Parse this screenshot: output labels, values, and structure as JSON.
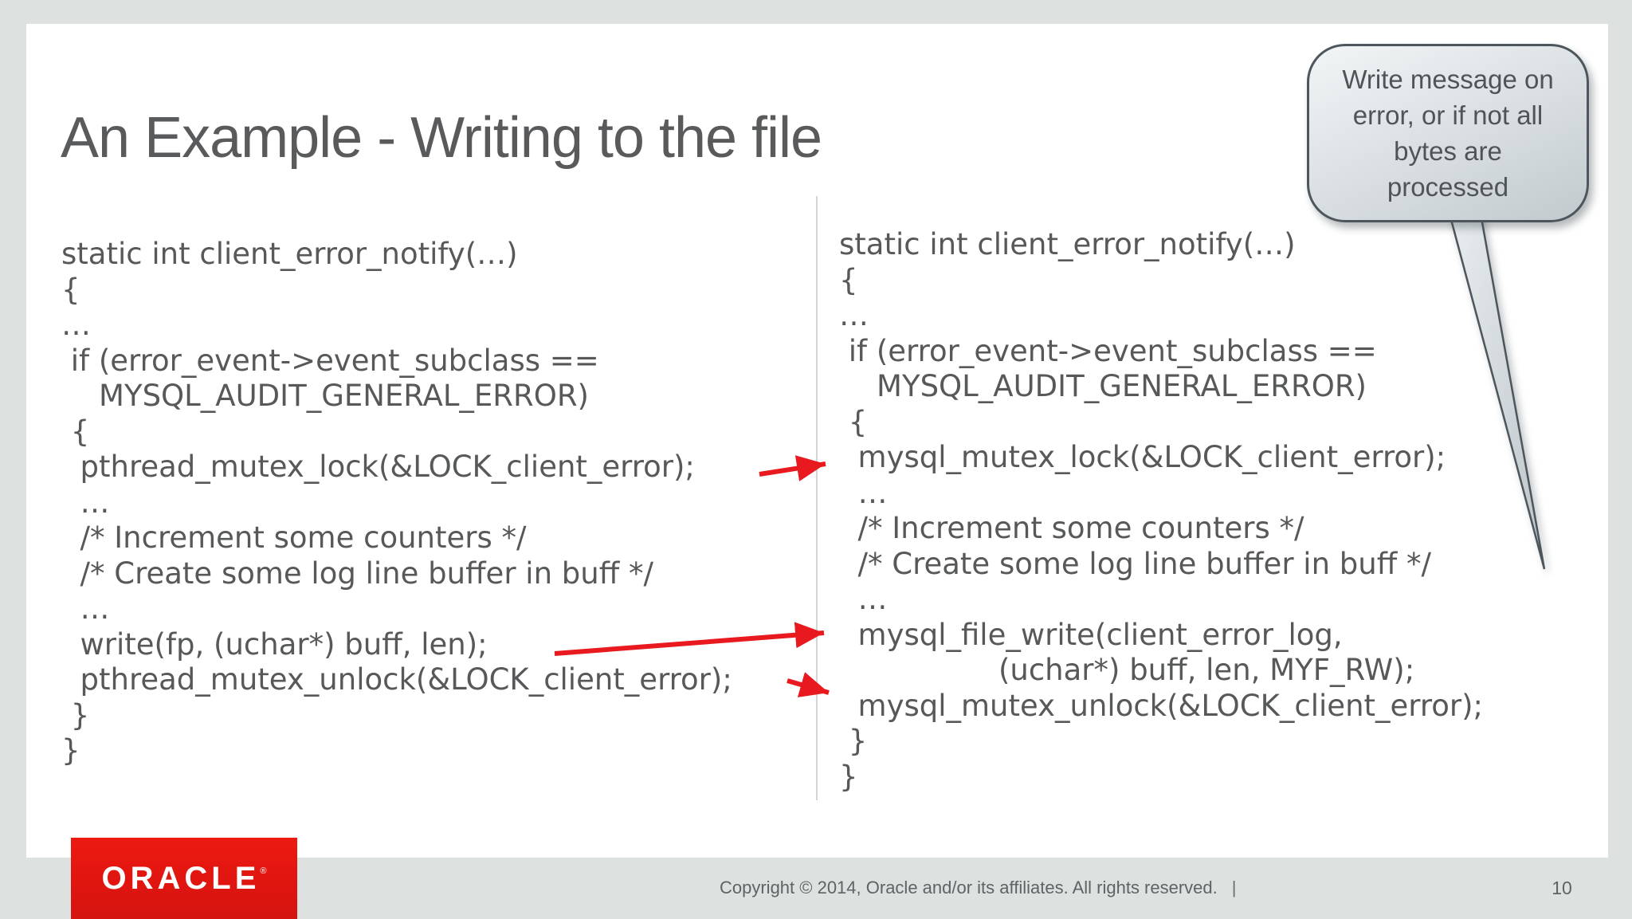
{
  "slide": {
    "title": "An Example - Writing to the file",
    "page_number": "10",
    "footer": {
      "copyright": "Copyright © 2014, Oracle and/or its affiliates. All rights reserved.",
      "separator": "|"
    },
    "logo": {
      "brand": "ORACLE",
      "registered_mark": "®"
    }
  },
  "callout": {
    "lines": [
      "Write message on",
      "error, or if not all",
      "bytes are",
      "processed"
    ]
  },
  "code_left": {
    "lines": [
      "static int client_error_notify(…)",
      "{",
      "…",
      " if (error_event->event_subclass ==",
      "    MYSQL_AUDIT_GENERAL_ERROR)",
      " {",
      "  pthread_mutex_lock(&LOCK_client_error);",
      "  …",
      "  /* Increment some counters */",
      "  /* Create some log line buffer in buff */",
      "  …",
      "  write(fp, (uchar*) buff, len);",
      "  pthread_mutex_unlock(&LOCK_client_error);",
      " }",
      "}"
    ]
  },
  "code_right": {
    "lines": [
      "static int client_error_notify(…)",
      "{",
      "…",
      " if (error_event->event_subclass ==",
      "    MYSQL_AUDIT_GENERAL_ERROR)",
      " {",
      "  mysql_mutex_lock(&LOCK_client_error);",
      "  …",
      "  /* Increment some counters */",
      "  /* Create some log line buffer in buff */",
      "  …",
      "  mysql_file_write(client_error_log,",
      "                 (uchar*) buff, len, MYF_RW);",
      "  mysql_mutex_unlock(&LOCK_client_error);",
      " }",
      "}"
    ]
  },
  "colors": {
    "arrow_red": "#e8191f",
    "oracle_red": "#e01510",
    "slide_text_gray": "#56585a",
    "page_background_gray": "#dde2e0",
    "callout_border_gray": "#4c565c"
  }
}
